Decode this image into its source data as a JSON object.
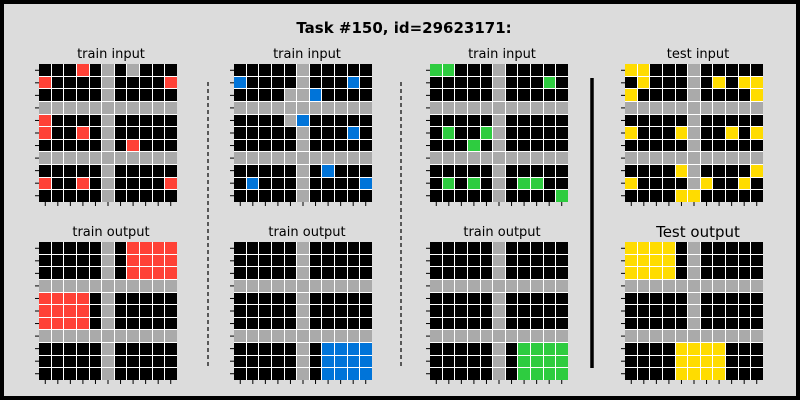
{
  "title": "Task #150, id=29623171:",
  "labels": {
    "train_input": "train input",
    "train_output": "train output",
    "test_input": "test input",
    "test_output": "Test output"
  },
  "palette": {
    "0": "#000000",
    "2": "#ff4136",
    "1": "#0074d9",
    "3": "#2ecc40",
    "4": "#ffdc00",
    "5": "#aaaaaa"
  },
  "grids": {
    "pair1_input": [
      "00020505000",
      "20000500002",
      "00000500000",
      "55555555555",
      "20000500000",
      "20020500000",
      "00000502000",
      "55555555555",
      "00000500000",
      "20020500002",
      "00000500000"
    ],
    "pair1_output": [
      "00000502222",
      "00000502222",
      "00000502222",
      "55555555555",
      "22220500000",
      "22220500000",
      "22220500000",
      "55555555555",
      "00000500000",
      "00000500000",
      "00000500000"
    ],
    "pair2_input": [
      "00000500000",
      "10000500010",
      "00005510000",
      "55555555555",
      "00005100000",
      "00000500010",
      "00000500000",
      "55555555555",
      "00000501000",
      "01000500001",
      "00000500000"
    ],
    "pair2_output": [
      "00000500000",
      "00000500000",
      "00000500000",
      "55555555555",
      "00000500000",
      "00000500000",
      "00000500000",
      "55555555555",
      "00000501111",
      "00000501111",
      "00000501111"
    ],
    "pair3_input": [
      "33000500000",
      "00000500030",
      "00000500000",
      "55555555555",
      "00000500000",
      "03003500000",
      "00030500000",
      "55555555555",
      "00000500000",
      "03030503300",
      "00000500003"
    ],
    "pair3_output": [
      "00000500000",
      "00000500000",
      "00000500000",
      "55555555555",
      "00000500000",
      "00000500000",
      "00000500000",
      "55555555555",
      "00000503333",
      "00000503333",
      "00000503333"
    ],
    "test_input": [
      "44000500000",
      "04000504044",
      "40000500004",
      "55555555555",
      "00000500000",
      "40004500404",
      "00000500000",
      "55555555555",
      "00004500004",
      "40000540040",
      "00004400000"
    ],
    "test_output": [
      "44440500000",
      "44440500000",
      "44440500000",
      "55555555555",
      "00000500000",
      "00000500000",
      "00000500000",
      "55555555555",
      "00004444000",
      "00004444000",
      "00004444000"
    ]
  }
}
